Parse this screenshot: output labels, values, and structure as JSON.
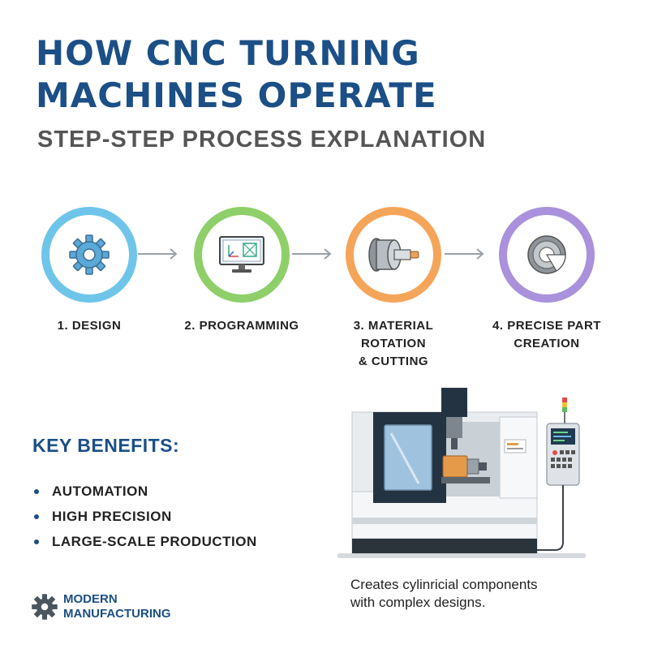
{
  "header": {
    "title": "HOW CNC TURNING MACHINES OPERATE",
    "subtitle": "STEP-STEP PROCESS EXPLANATION"
  },
  "steps": [
    {
      "label": "1. DESIGN",
      "icon": "gear-icon",
      "color": "#6ec5e9"
    },
    {
      "label": "2. PROGRAMMING",
      "icon": "monitor-icon",
      "color": "#8fcf6a"
    },
    {
      "label": "3. MATERIAL ROTATION\n& CUTTING",
      "icon": "lathe-chuck-icon",
      "color": "#f5a55a"
    },
    {
      "label": "4. PRECISE PART\nCREATION",
      "icon": "machined-part-icon",
      "color": "#a991db"
    }
  ],
  "benefits": {
    "title": "KEY BENEFITS:",
    "items": [
      "AUTOMATION",
      "HIGH PRECISION",
      "LARGE-SCALE PRODUCTION"
    ]
  },
  "brand": {
    "line1": "MODERN",
    "line2": "MANUFACTURING",
    "icon": "gear-icon"
  },
  "machine": {
    "icon": "cnc-machine-icon",
    "caption": "Creates cylinricial components\nwith complex designs."
  },
  "colors": {
    "primary": "#1b4f86",
    "arrow": "#9aa1a8"
  }
}
